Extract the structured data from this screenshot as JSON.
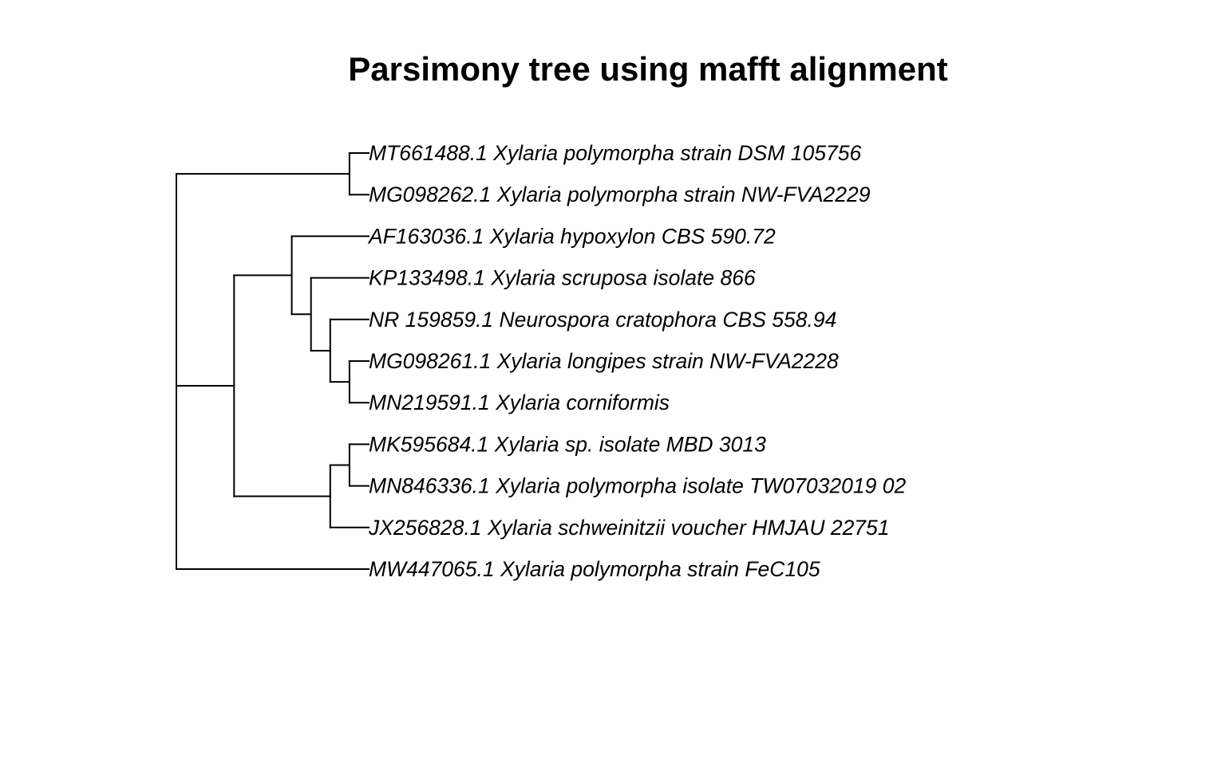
{
  "title": "Parsimony tree using mafft alignment",
  "colors": {
    "background": "#ffffff",
    "branches": "#000000",
    "text": "#000000"
  },
  "tips": [
    "MT661488.1 Xylaria polymorpha strain DSM 105756",
    "MG098262.1 Xylaria polymorpha strain NW-FVA2229",
    "AF163036.1 Xylaria hypoxylon CBS 590.72",
    "KP133498.1 Xylaria scruposa isolate 866",
    "NR 159859.1 Neurospora cratophora CBS 558.94",
    "MG098261.1 Xylaria longipes strain NW-FVA2228",
    "MN219591.1 Xylaria corniformis",
    "MK595684.1 Xylaria sp. isolate MBD 3013",
    "MN846336.1 Xylaria polymorpha isolate TW07032019 02",
    "JX256828.1 Xylaria schweinitzii voucher HMJAU 22751",
    "MW447065.1 Xylaria polymorpha strain FeC105"
  ],
  "tree": {
    "children": [
      {
        "children": [
          {
            "tip": 0
          },
          {
            "tip": 1
          }
        ]
      },
      {
        "children": [
          {
            "children": [
              {
                "tip": 2
              },
              {
                "children": [
                  {
                    "tip": 3
                  },
                  {
                    "children": [
                      {
                        "tip": 4
                      },
                      {
                        "children": [
                          {
                            "tip": 5
                          },
                          {
                            "tip": 6
                          }
                        ]
                      }
                    ]
                  }
                ]
              }
            ]
          },
          {
            "children": [
              {
                "children": [
                  {
                    "tip": 7
                  },
                  {
                    "tip": 8
                  }
                ]
              },
              {
                "tip": 9
              }
            ]
          }
        ]
      },
      {
        "tip": 10
      }
    ]
  }
}
